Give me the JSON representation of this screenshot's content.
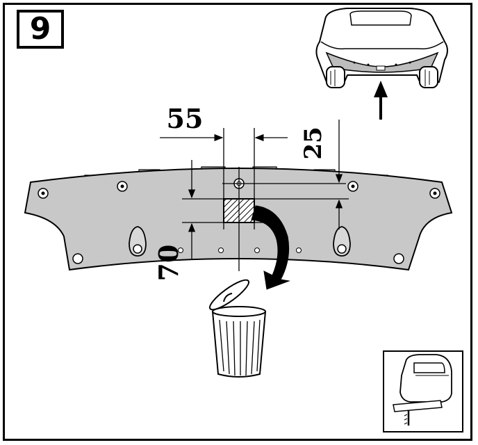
{
  "step": {
    "number": "9"
  },
  "dimensions": {
    "width": "55",
    "top_offset": "25",
    "height": "70"
  },
  "colors": {
    "plate": "#c8c8c8",
    "line": "#000000",
    "background": "#ffffff"
  },
  "icons": [
    "car-underside-icon",
    "up-arrow-icon",
    "curved-arrow-icon",
    "trash-bin-icon",
    "jigsaw-icon"
  ]
}
